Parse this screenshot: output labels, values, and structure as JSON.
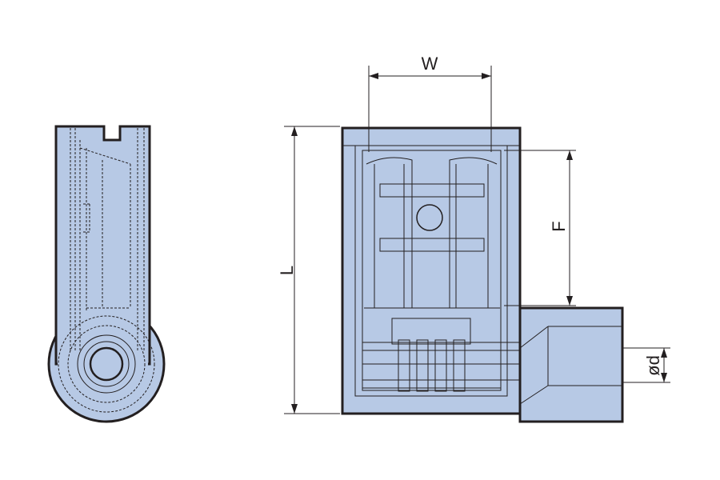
{
  "colors": {
    "body_fill": "#b7c9e5",
    "outline": "#231f20",
    "background": "#ffffff"
  },
  "labels": {
    "width": "W",
    "length": "L",
    "pitch": "F",
    "diameter": "ød"
  }
}
